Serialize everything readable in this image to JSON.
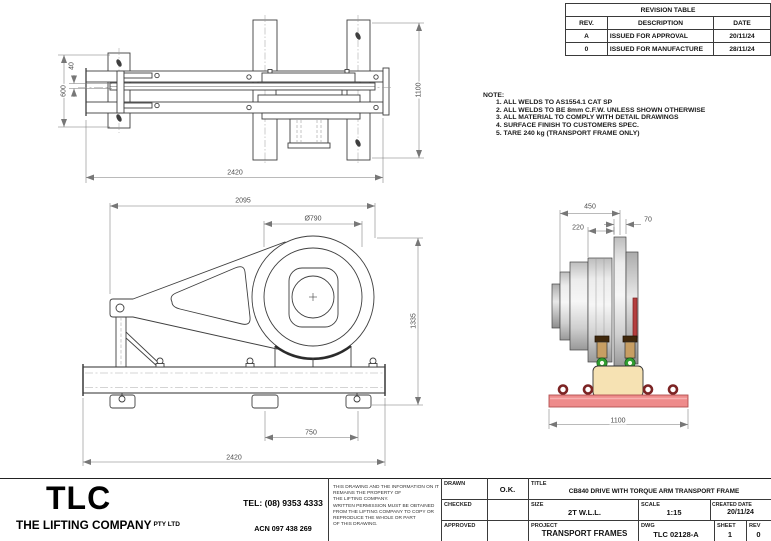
{
  "revision_table": {
    "title": "REVISION TABLE",
    "columns": [
      "REV.",
      "DESCRIPTION",
      "DATE"
    ],
    "rows": [
      {
        "rev": "A",
        "description": "ISSUED FOR APPROVAL",
        "date": "20/11/24"
      },
      {
        "rev": "0",
        "description": "ISSUED FOR MANUFACTURE",
        "date": "28/11/24"
      }
    ]
  },
  "notes": {
    "heading": "NOTE:",
    "items": [
      "1. ALL WELDS TO AS1554.1 CAT SP",
      "2. ALL WELDS TO BE 8mm C.F.W. UNLESS SHOWN OTHERWISE",
      "3. ALL MATERIAL TO COMPLY WITH DETAIL DRAWINGS",
      "4. SURFACE FINISH TO CUSTOMERS SPEC.",
      "5. TARE 240 kg (TRANSPORT FRAME ONLY)"
    ]
  },
  "dims": {
    "top_600": "600",
    "top_40": "40",
    "top_2420": "2420",
    "top_1100": "1100",
    "front_2095": "2095",
    "front_dia": "Ø790",
    "front_1335": "1335",
    "front_750": "750",
    "front_2420": "2420",
    "side_450": "450",
    "side_70": "70",
    "side_220": "220",
    "side_1100": "1100"
  },
  "title_block": {
    "logo": {
      "abbr": "TLC",
      "name": "THE LIFTING COMPANY",
      "suffix": "PTY LTD"
    },
    "contact": {
      "tel": "TEL: (08) 9353 4333",
      "acn": "ACN 097 438 269"
    },
    "disclaimer": [
      "THIS DRAWING AND THE INFORMATION ON IT",
      "REMAINS THE PROPERTY OF",
      "THE LIFTING COMPANY.",
      "WRITTEN PERMISSION MUST BE OBTAINED",
      "FROM THE LIFTING COMPANY TO COPY OR",
      "REPRODUCE THE WHOLE OR PART",
      "OF THIS DRAWING."
    ],
    "drawn": {
      "label": "DRAWN",
      "value": "O.K."
    },
    "checked": {
      "label": "CHECKED",
      "value": ""
    },
    "approved": {
      "label": "APPROVED",
      "value": ""
    },
    "title": {
      "label": "TITLE",
      "value": "CB840 DRIVE WITH TORQUE ARM TRANSPORT FRAME"
    },
    "size": {
      "label": "SIZE",
      "value": "2T W.L.L."
    },
    "scale": {
      "label": "SCALE",
      "value": "1:15"
    },
    "created": {
      "label": "CREATED DATE",
      "value": "20/11/24"
    },
    "project": {
      "label": "PROJECT",
      "value": "TRANSPORT FRAMES"
    },
    "dwg": {
      "label": "DWG",
      "value": "TLC 02128-A"
    },
    "sheet": {
      "label": "SHEET",
      "value": "1"
    },
    "rev": {
      "label": "REV",
      "value": "0"
    }
  },
  "colors": {
    "line": "#3f3f3f",
    "dimension": "#777777",
    "base_plate_pink": "#ee8b8b",
    "saddle_cream": "#f6e2b3",
    "clamp_tan": "#c79e63",
    "clamp_cap_brown": "#40280c",
    "eye_nut_green": "#2f9e2f",
    "lifting_eye_maroon": "#7c2424",
    "stop_bar_red": "#b43f3f",
    "drive_grey": "#d9d9d9"
  }
}
